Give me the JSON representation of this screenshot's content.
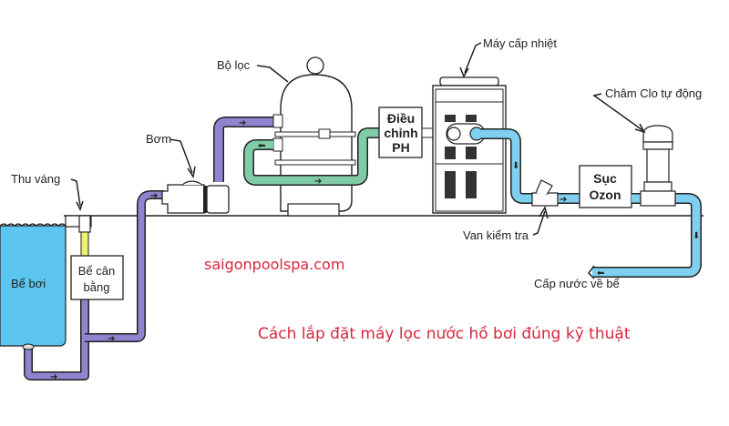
{
  "diagram": {
    "title": "Cách lắp đặt máy lọc nước hồ bơi đúng kỹ thuật",
    "watermark": "saigonpoolspa.com",
    "colors": {
      "pool_water": "#5bc4ef",
      "suction_pipe": "#8e84cf",
      "filter_return_pipe": "#7fcca6",
      "heated_pipe": "#7fd0ef",
      "balance_pipe": "#f0f06a",
      "accent_text": "#d7263d",
      "line": "#222222"
    },
    "components": [
      {
        "id": "pool",
        "label": "Bể bơi"
      },
      {
        "id": "skimmer",
        "label": "Thu váng"
      },
      {
        "id": "balance-tank",
        "label_line1": "Bể cân",
        "label_line2": "bằng"
      },
      {
        "id": "pump",
        "label": "Bơm"
      },
      {
        "id": "filter",
        "label": "Bộ lọc"
      },
      {
        "id": "ph-controller",
        "label_line1": "Điều",
        "label_line2": "chỉnh",
        "label_line3": "PH"
      },
      {
        "id": "heater",
        "label": "Máy cấp nhiệt"
      },
      {
        "id": "check-valve",
        "label": "Van kiểm tra"
      },
      {
        "id": "ozone",
        "label_line1": "Sục",
        "label_line2": "Ozon"
      },
      {
        "id": "chlorinator",
        "label": "Châm Clo tự động"
      },
      {
        "id": "return",
        "label": "Cấp nước về bể"
      }
    ],
    "flow": [
      "Bể bơi",
      "Thu váng",
      "Bể cân bằng",
      "Bơm",
      "Bộ lọc",
      "Điều chỉnh PH",
      "Máy cấp nhiệt",
      "Van kiểm tra",
      "Sục Ozon",
      "Châm Clo tự động",
      "Cấp nước về bể"
    ]
  }
}
